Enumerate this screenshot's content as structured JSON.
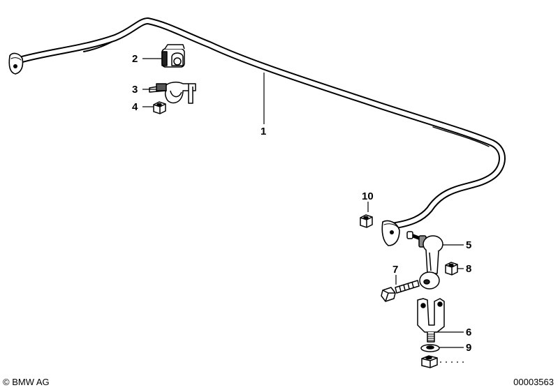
{
  "callouts": {
    "p1": "1",
    "p2": "2",
    "p3": "3",
    "p4": "4",
    "p5": "5",
    "p6": "6",
    "p7": "7",
    "p8": "8",
    "p9": "9",
    "p10": "10"
  },
  "footer": {
    "copyright": "© BMW AG",
    "image_number": "00003563"
  },
  "colors": {
    "ink": "#000000",
    "background": "#ffffff"
  }
}
